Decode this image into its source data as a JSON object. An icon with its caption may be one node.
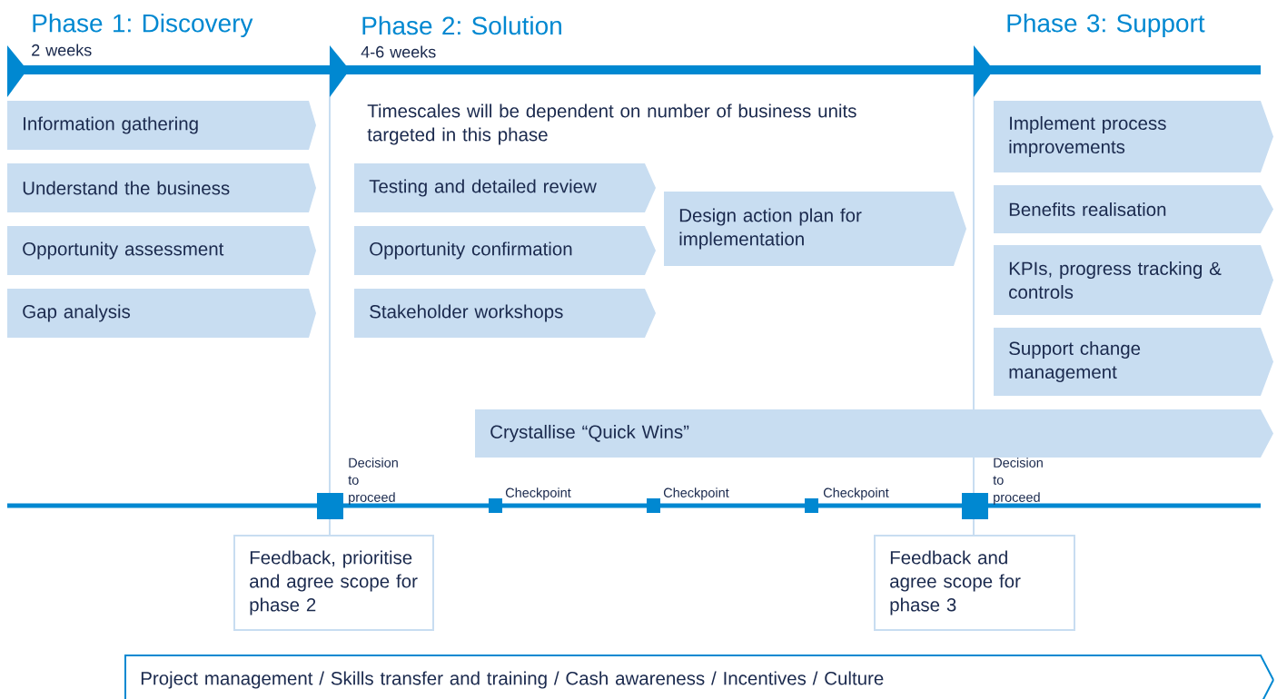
{
  "diagram": {
    "nodes": [
      {
        "text": [
          "Information gathering"
        ]
      },
      {
        "text": [
          "Understand the business"
        ]
      },
      {
        "text": [
          "Opportunity assessment"
        ]
      },
      {
        "text": [
          "Gap analysis"
        ]
      },
      {
        "text": [
          "Testing and detailed review"
        ]
      },
      {
        "text": [
          "Opportunity confirmation"
        ]
      },
      {
        "text": [
          "Stakeholder workshops"
        ]
      },
      {
        "text": [
          "Design action plan for implementation"
        ]
      },
      {
        "text": [
          "Implement process improvements"
        ]
      },
      {
        "text": [
          "Benefits realisation"
        ]
      },
      {
        "text": [
          "KPIs, progress tracking & controls"
        ]
      },
      {
        "text": [
          "Support change management"
        ]
      },
      {
        "text": [
          "Crystallise “Quick Wins”"
        ]
      },
      {
        "text": [
          "Feedback, prioritise and agree scope for phase 2"
        ]
      },
      {
        "text": [
          "Feedback and agree scope for phase 3"
        ]
      },
      {
        "text": [
          "Project management / Skills transfer and training / Cash awareness / Incentives / Culture"
        ]
      }
    ],
    "edges": [],
    "labels": [
      "Phase 1: Discovery",
      "2 weeks",
      "Phase 2: Solution",
      "4-6 weeks",
      "Phase 3: Support",
      "Timescales will be dependent on number of business units targeted in this phase",
      "Decision to proceed",
      "Checkpoint",
      "Checkpoint",
      "Checkpoint",
      "Decision to proceed"
    ]
  }
}
